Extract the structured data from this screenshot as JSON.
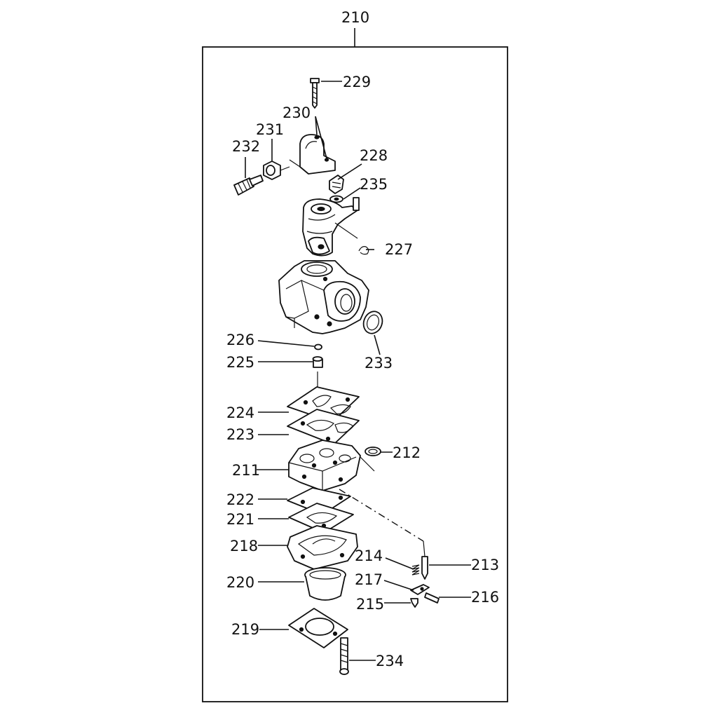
{
  "assembly": {
    "number": "210"
  },
  "parts": {
    "p211": "211",
    "p212": "212",
    "p213": "213",
    "p214": "214",
    "p215": "215",
    "p216": "216",
    "p217": "217",
    "p218": "218",
    "p219": "219",
    "p220": "220",
    "p221": "221",
    "p222": "222",
    "p223": "223",
    "p224": "224",
    "p225": "225",
    "p226": "226",
    "p227": "227",
    "p228": "228",
    "p229": "229",
    "p230": "230",
    "p231": "231",
    "p232": "232",
    "p233": "233",
    "p234": "234",
    "p235": "235"
  }
}
